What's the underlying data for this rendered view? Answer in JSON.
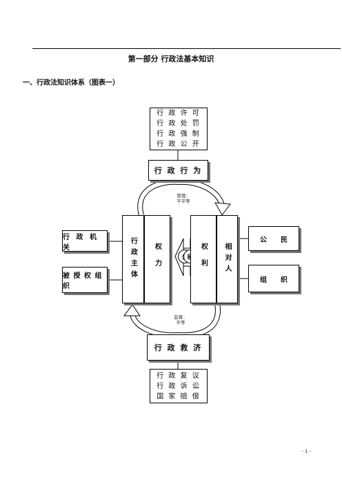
{
  "page": {
    "title": "第一部分    行政法基本知识",
    "section_heading": "一、行政法知识体系（图表一）",
    "page_number": "- 1 -"
  },
  "diagram": {
    "top_box": [
      "行 政 许 可",
      "行 政 处 罚",
      "行 政 强 制",
      "行 政 公 开"
    ],
    "action_label": "行 政 行 为",
    "manage_label": [
      "管理：",
      "不平等"
    ],
    "left_top": "行 政 机 关",
    "left_bottom": "被 授 权 组 织",
    "subject": "行政主体",
    "power": "权力",
    "public": "公",
    "private": "私",
    "rights": "权利",
    "counterpart": "相对人",
    "right_top": "公　　民",
    "right_bottom": "组　　织",
    "supervise_label": [
      "监督：",
      "平等"
    ],
    "relief_label": "行 政 救 济",
    "bottom_box": [
      "行 政 复 议",
      "行 政 诉 讼",
      "国 家 赔 偿"
    ]
  }
}
